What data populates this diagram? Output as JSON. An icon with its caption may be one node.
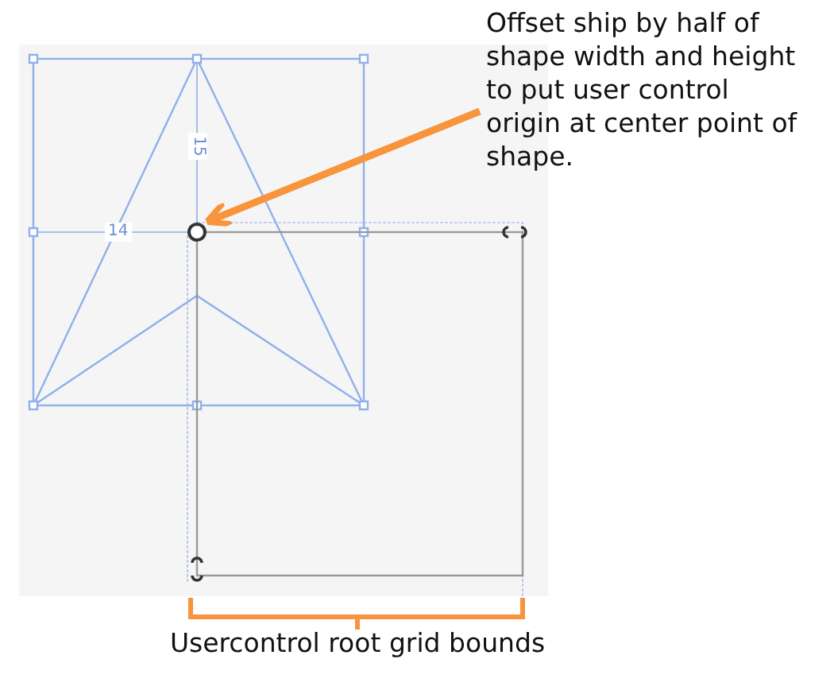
{
  "diagram": {
    "nodes": [
      {
        "text": [
          "Offset ship by half of shape width and height to put user control origin at center point of shape."
        ]
      },
      {
        "text": [],
        "shape": "circle"
      }
    ],
    "edges": [
      {
        "from": 0,
        "to": 1,
        "arrow": "to"
      }
    ],
    "labels": [
      "15",
      "14",
      "Usercontrol root grid bounds"
    ]
  }
}
